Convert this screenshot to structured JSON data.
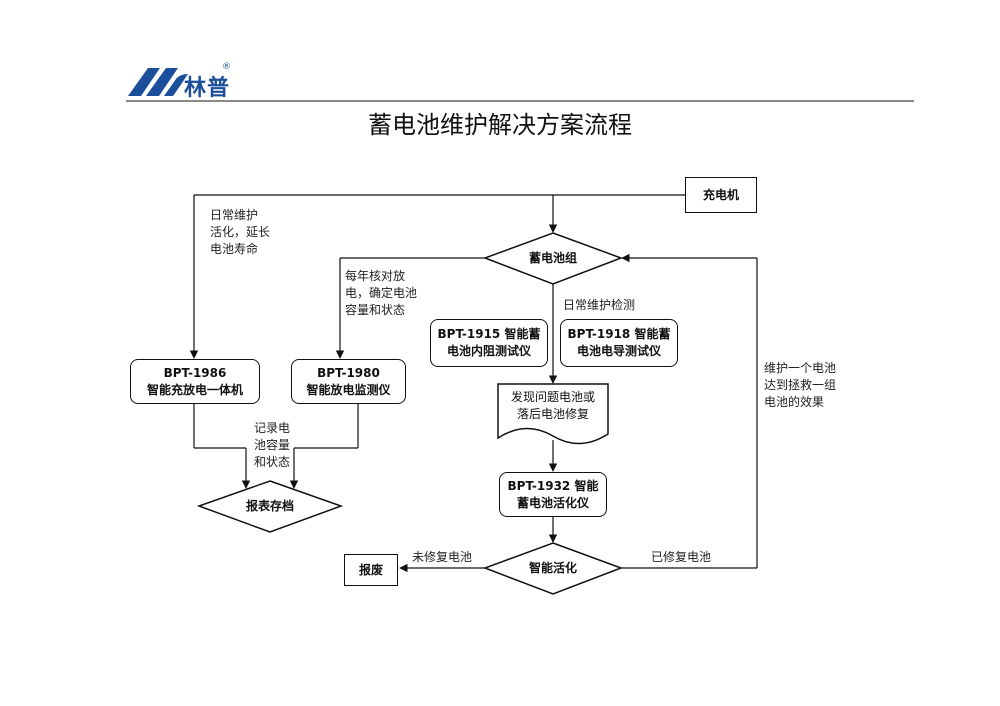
{
  "logo": {
    "brand": "林普",
    "registered": "®",
    "accent_color": "#1b4f9c"
  },
  "title": "蓄电池维护解决方案流程",
  "nodes": {
    "charger": "充电机",
    "battery_group": "蓄电池组",
    "bpt1986": "BPT-1986\n智能充放电一体机",
    "bpt1980": "BPT-1980\n智能放电监测仪",
    "bpt1915": "BPT-1915 智能蓄\n电池内阻测试仪",
    "bpt1918": "BPT-1918 智能蓄\n电池电导测试仪",
    "find_repair": "发现问题电池或\n落后电池修复",
    "bpt1932": "BPT-1932 智能\n蓄电池活化仪",
    "report_archive": "报表存档",
    "smart_activate": "智能活化",
    "scrap": "报废"
  },
  "edge_labels": {
    "daily_activate": "日常维护\n活化，延长\n电池寿命",
    "annual_discharge": "每年核对放\n电，确定电池\n容量和状态",
    "daily_check": "日常维护检测",
    "record_capacity": "记录电\n池容量\n和状态",
    "not_repaired": "未修复电池",
    "repaired": "已修复电池",
    "rescue_effect": "维护一个电池\n达到拯救一组\n电池的效果"
  }
}
